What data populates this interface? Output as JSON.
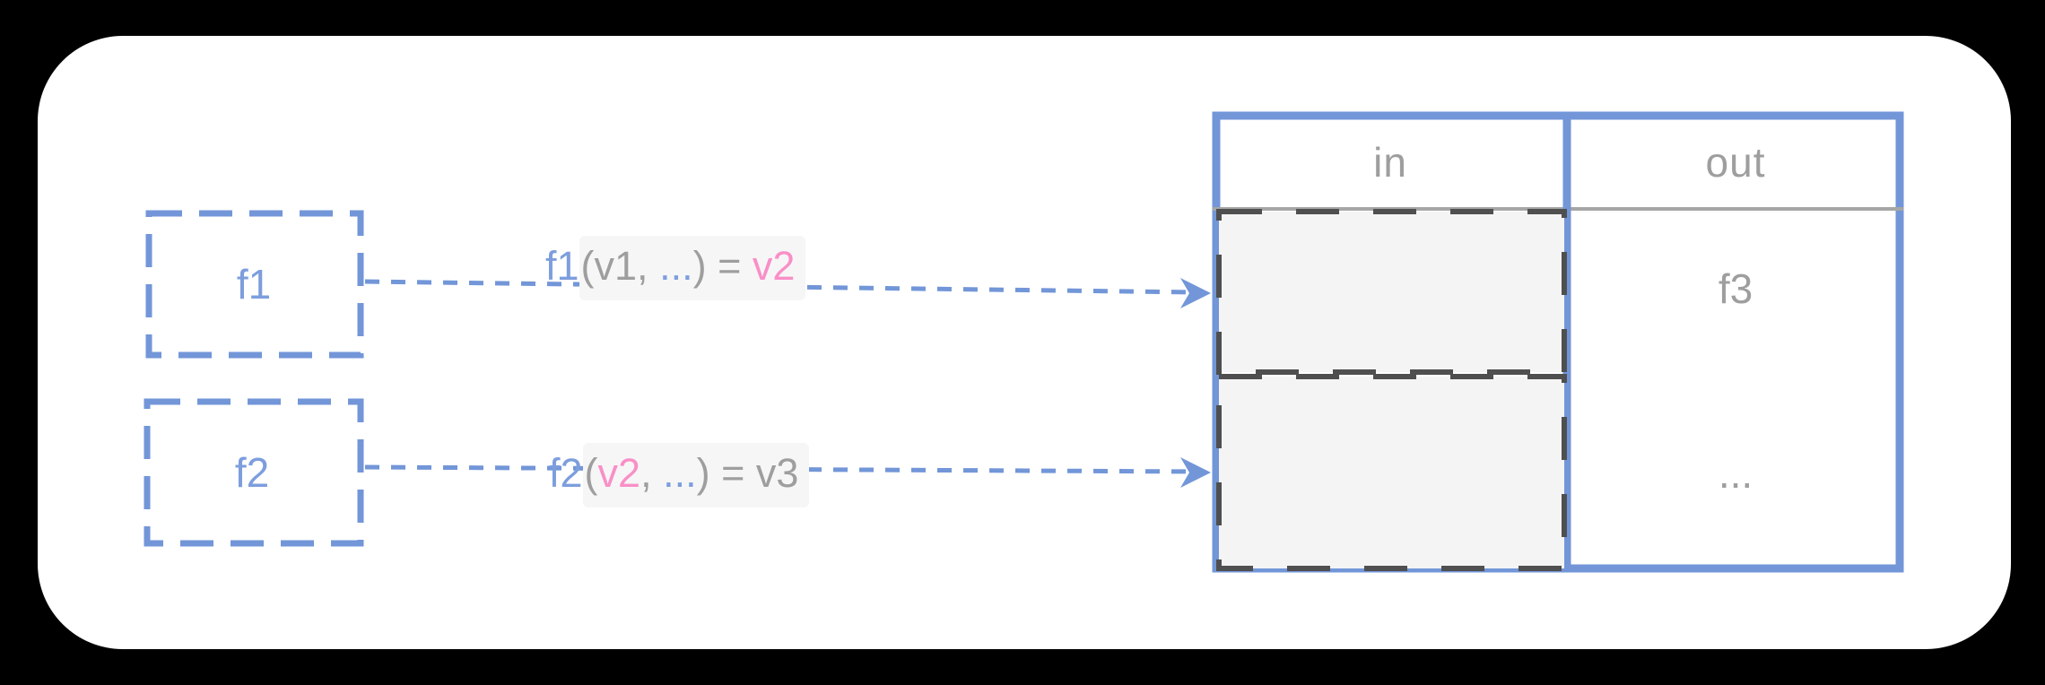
{
  "palette": {
    "stroke_blue": "#7296d8",
    "text_blue": "#7d9edd",
    "text_pink": "#f98fc7",
    "text_gray": "#9e9e9e",
    "dash_dark": "#4f4f4f",
    "cell_fill": "#f4f4f4",
    "label_bg": "#f6f6f6",
    "header_line": "#a6a6a6",
    "frame_bg": "#000000",
    "sheet_bg": "#ffffff"
  },
  "boxes": [
    {
      "label": "f1"
    },
    {
      "label": "f2"
    }
  ],
  "edges": [
    {
      "name": "f1-to-table",
      "segments": [
        {
          "text": "f1",
          "color": "blue"
        },
        {
          "text": "(v1, ",
          "color": "gray"
        },
        {
          "text": "...",
          "color": "blue"
        },
        {
          "text": ") = ",
          "color": "gray"
        },
        {
          "text": "v2",
          "color": "pink"
        }
      ]
    },
    {
      "name": "f2-to-table",
      "segments": [
        {
          "text": "f2",
          "color": "blue"
        },
        {
          "text": "(",
          "color": "gray"
        },
        {
          "text": "v2",
          "color": "pink"
        },
        {
          "text": ", ",
          "color": "gray"
        },
        {
          "text": "...",
          "color": "blue"
        },
        {
          "text": ") = ",
          "color": "gray"
        },
        {
          "text": "v3",
          "color": "gray"
        }
      ]
    }
  ],
  "table": {
    "headers": [
      "in",
      "out"
    ],
    "rows": [
      {
        "in": "",
        "out": "f3"
      },
      {
        "in": "",
        "out": "..."
      }
    ]
  }
}
